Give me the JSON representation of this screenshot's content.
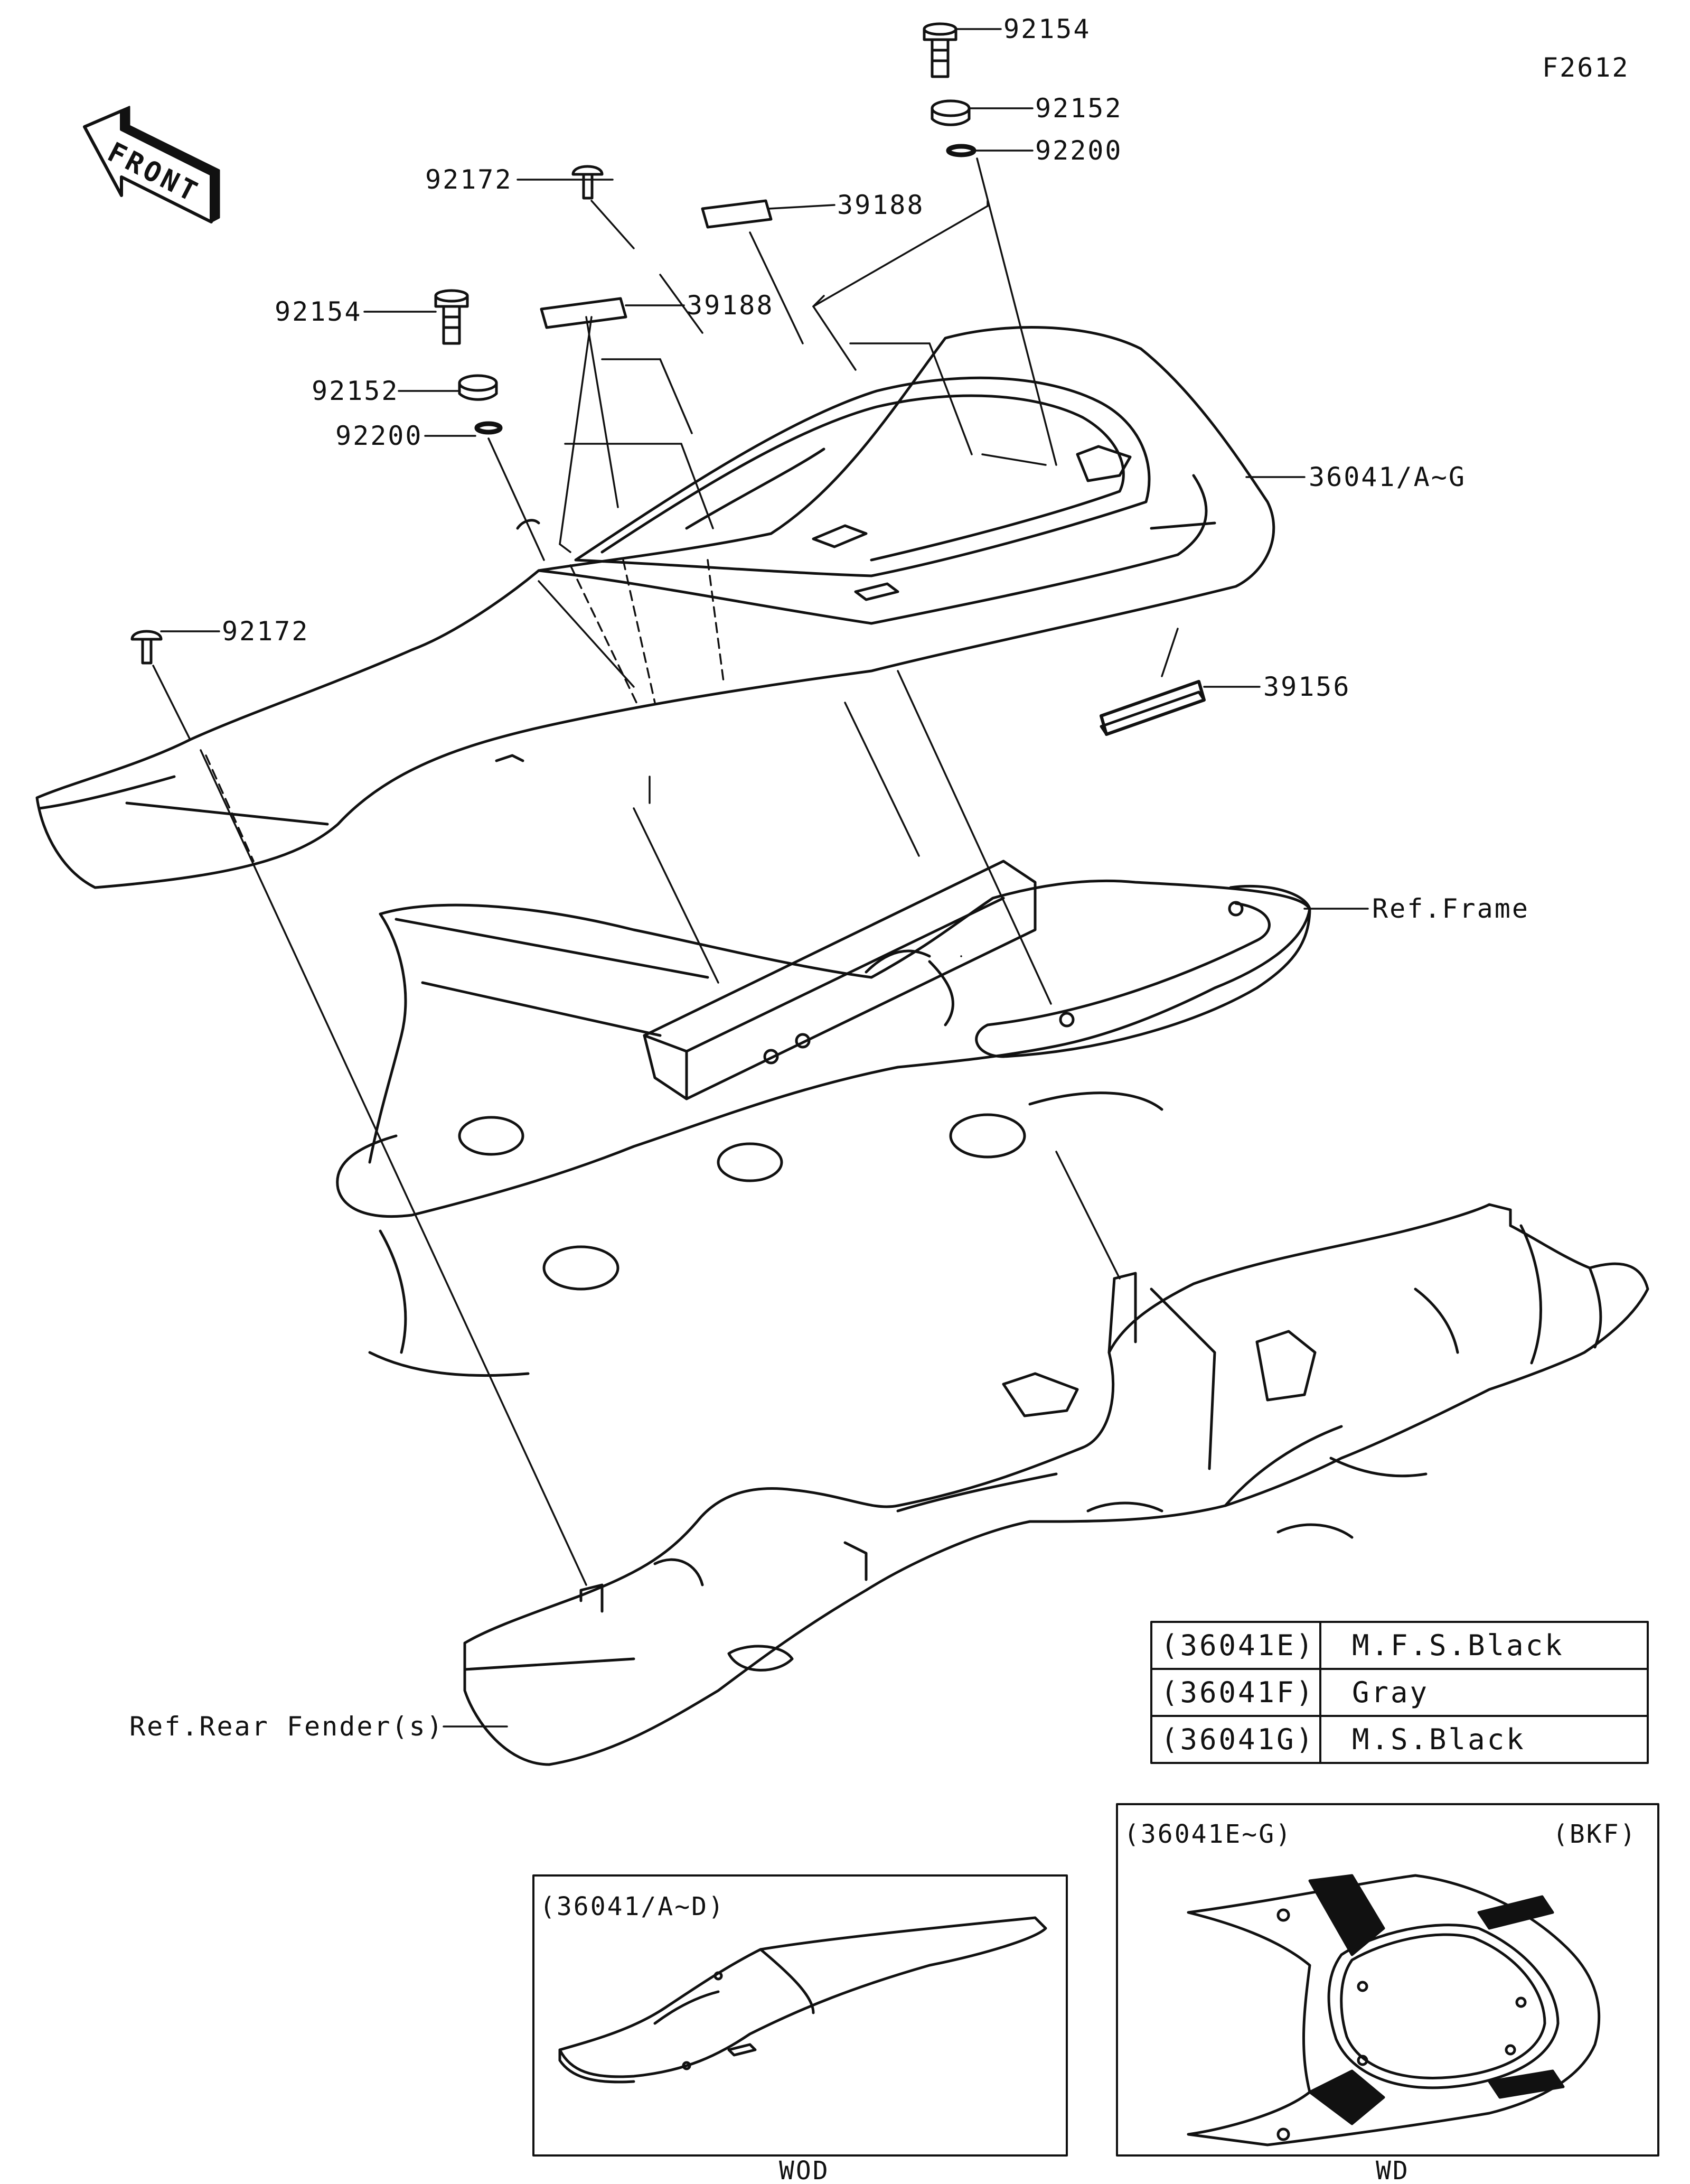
{
  "diagram": {
    "figure_code": "F2612",
    "front_label": "FRONT",
    "callouts": {
      "top_bolt": "92154",
      "top_washer": "92152",
      "top_spacer": "92200",
      "left_bolt": "92154",
      "left_washer": "92152",
      "left_spacer": "92200",
      "upper_rivet": "92172",
      "lower_rivet": "92172",
      "label_upper": "39188",
      "label_lower": "39188",
      "seat_cover": "36041/A~G",
      "sticker": "39156",
      "ref_frame": "Ref.Frame",
      "ref_fender": "Ref.Rear Fender(s)"
    },
    "color_table": [
      {
        "part": "(36041E)",
        "color": "M.F.S.Black"
      },
      {
        "part": "(36041F)",
        "color": "Gray"
      },
      {
        "part": "(36041G)",
        "color": "M.S.Black"
      }
    ],
    "inset_wod": {
      "title": "(36041/A~D)",
      "caption": "WOD"
    },
    "inset_wd": {
      "title": "(36041E~G)",
      "tag": "(BKF)",
      "caption": "WD"
    }
  }
}
